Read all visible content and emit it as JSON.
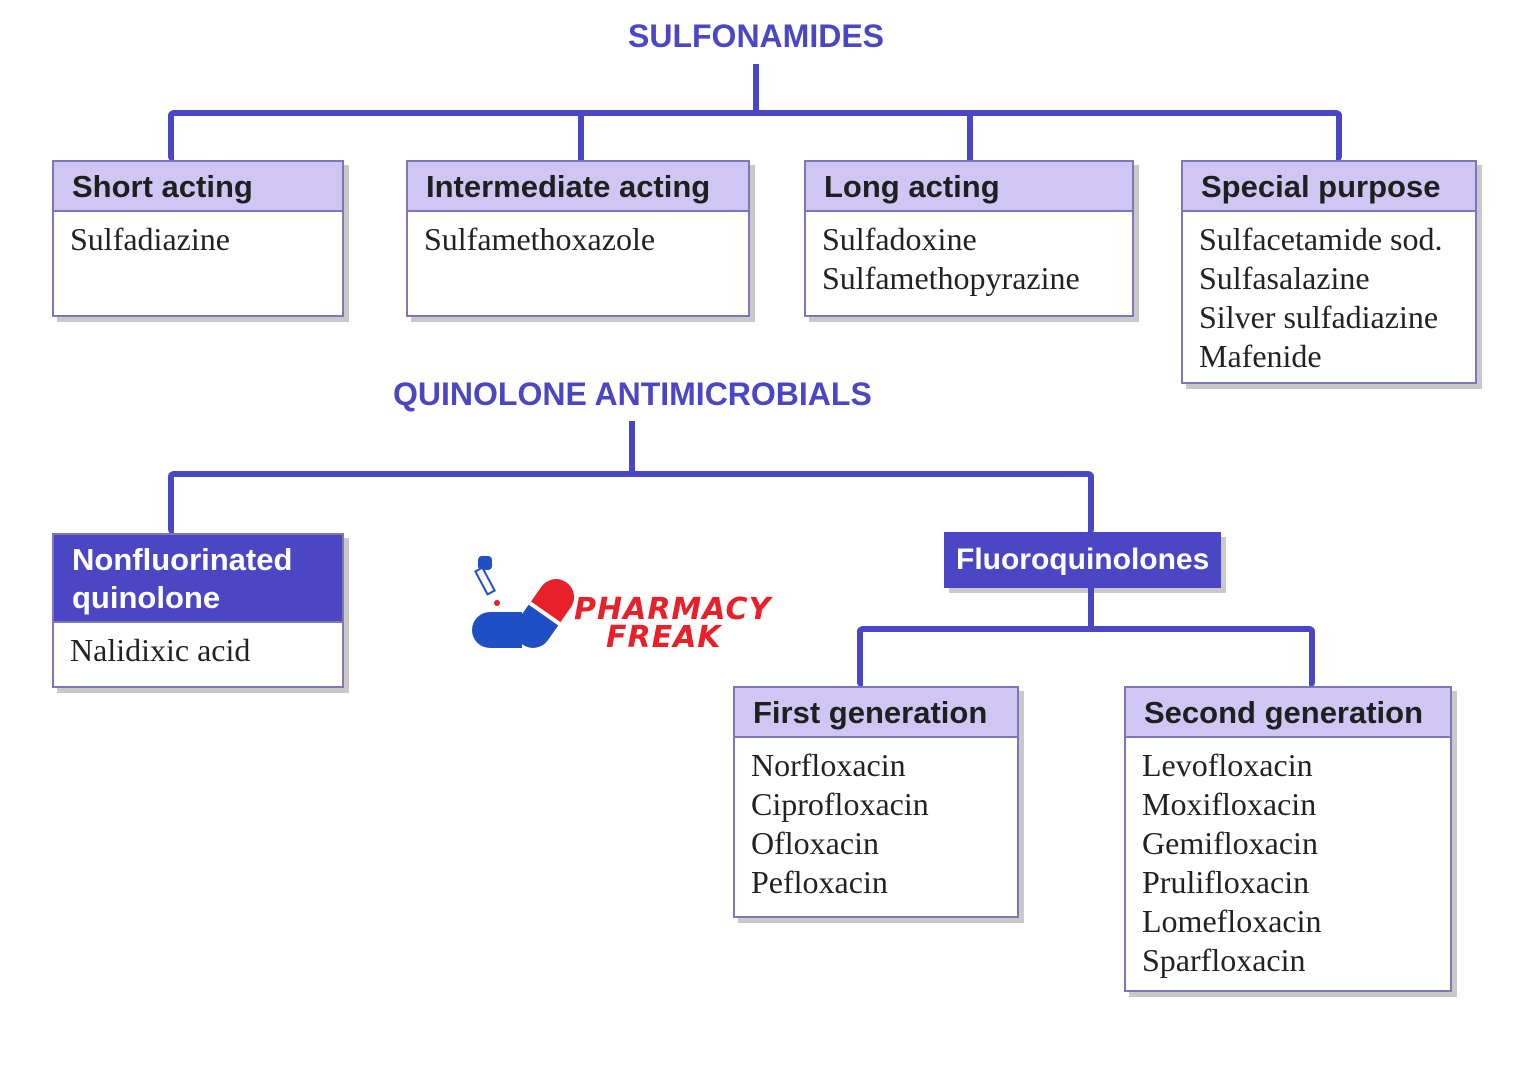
{
  "sulfonamides": {
    "title": "SULFONAMIDES",
    "groups": [
      {
        "label": "Short acting",
        "items": [
          "Sulfadiazine"
        ]
      },
      {
        "label": "Intermediate acting",
        "items": [
          "Sulfamethoxazole"
        ]
      },
      {
        "label": "Long acting",
        "items": [
          "Sulfadoxine",
          "Sulfamethopyrazine"
        ]
      },
      {
        "label": "Special purpose",
        "items": [
          "Sulfacetamide sod.",
          "Sulfasalazine",
          "Silver sulfadiazine",
          "Mafenide"
        ]
      }
    ]
  },
  "quinolones": {
    "title": "QUINOLONE ANTIMICROBIALS",
    "nonfluorinated": {
      "label_line1": "Nonfluorinated",
      "label_line2": "quinolone",
      "items": [
        "Nalidixic acid"
      ]
    },
    "fluoroquinolones": {
      "label": "Fluoroquinolones",
      "first": {
        "label": "First generation",
        "items": [
          "Norfloxacin",
          "Ciprofloxacin",
          "Ofloxacin",
          "Pefloxacin"
        ]
      },
      "second": {
        "label": "Second generation",
        "items": [
          "Levofloxacin",
          "Moxifloxacin",
          "Gemifloxacin",
          "Prulifloxacin",
          "Lomefloxacin",
          "Sparfloxacin"
        ]
      }
    }
  },
  "logo": {
    "line1": "PHARMACY",
    "line2": "FREAK"
  },
  "colors": {
    "accent": "#4b46c4",
    "header_fill": "#cfc6f3",
    "logo_red": "#e8202a",
    "logo_blue": "#1f4fc4"
  }
}
